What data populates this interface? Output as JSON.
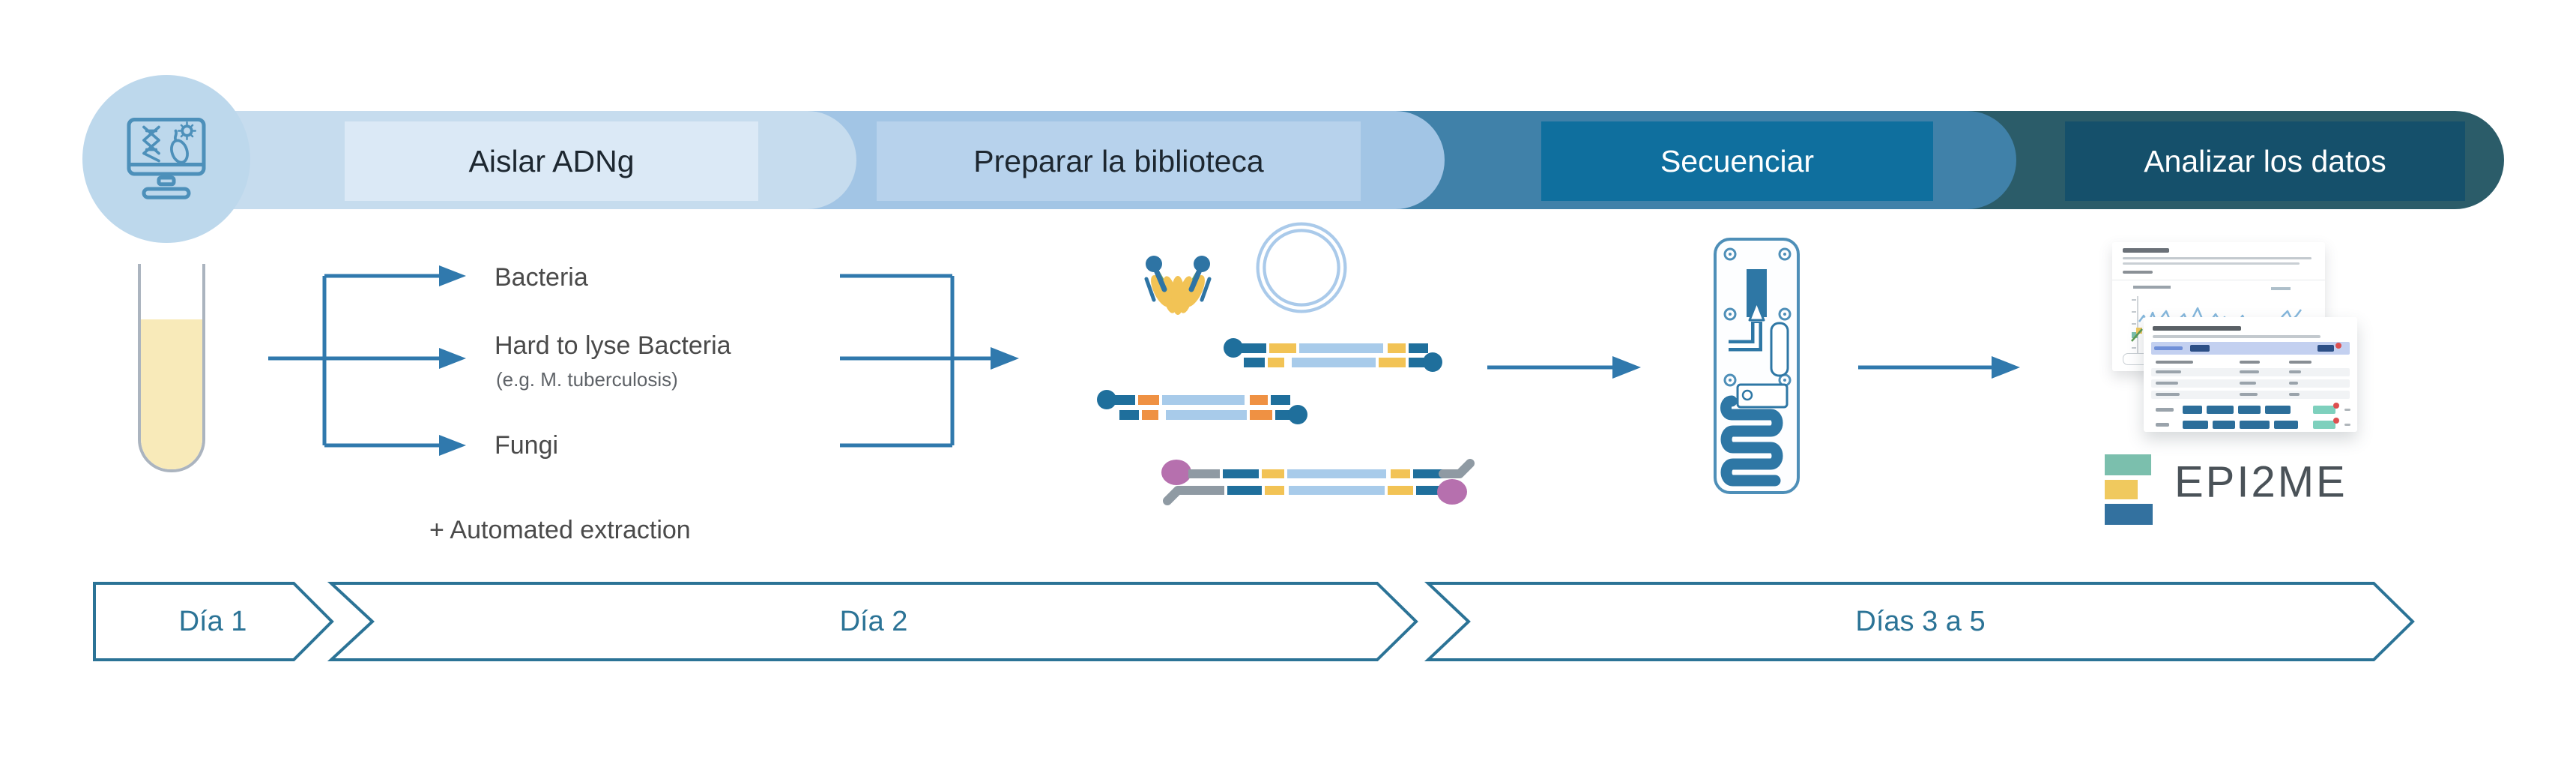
{
  "banner": {
    "icon": "monitor-dna-microbe-icon",
    "steps": [
      {
        "label": "Aislar ADNg",
        "band_color": "#c6dcee",
        "box_color": "#dbe9f6",
        "text_color": "#1d2730"
      },
      {
        "label": "Preparar la biblioteca",
        "band_color": "#a2c5e5",
        "box_color": "#b7d2ec",
        "text_color": "#1d2730"
      },
      {
        "label": "Secuenciar",
        "band_color": "#4081a9",
        "box_color": "#0f6f9e",
        "text_color": "#ffffff"
      },
      {
        "label": "Analizar los datos",
        "band_color": "#2b5c69",
        "box_color": "#15506b",
        "text_color": "#ffffff"
      }
    ]
  },
  "workflow": {
    "sample_types": [
      {
        "label": "Bacteria"
      },
      {
        "label": "Hard to lyse Bacteria",
        "note": "(e.g. M. tuberculosis)"
      },
      {
        "label": "Fungi"
      }
    ],
    "extraction_note": "+  Automated extraction",
    "icons": [
      "sample-tube-icon",
      "adapter-crown-icon",
      "plasmid-icon",
      "dna-fragment-icon",
      "flow-cell-icon",
      "report-icon"
    ]
  },
  "analysis": {
    "logo_text": "EPI2ME"
  },
  "timeline": {
    "phases": [
      {
        "label": "Día 1"
      },
      {
        "label": "Día 2"
      },
      {
        "label": "Días 3 a 5"
      }
    ]
  },
  "colors": {
    "arrow": "#3079ad",
    "timeline_outline": "#2b7396",
    "label_text": "#4a4a4a",
    "tube_liquid": "#f8eab9",
    "fragment_dark_blue": "#1f6f9c",
    "fragment_light_blue": "#a8cbea",
    "fragment_yellow": "#f2c355",
    "fragment_orange": "#ef9143",
    "motor_protein_purple": "#b670ae",
    "epi2me_teal": "#7bbfad",
    "epi2me_yellow": "#f0c95e",
    "epi2me_blue": "#33719f"
  }
}
